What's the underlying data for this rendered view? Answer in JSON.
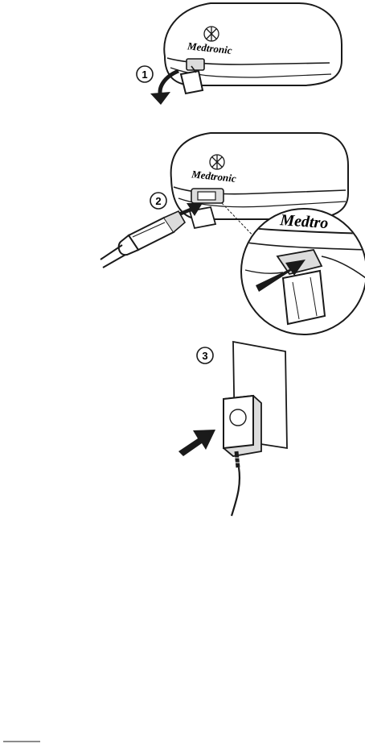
{
  "brand": {
    "logo_text": "Medtronic",
    "logo_text_partial": "Medtro"
  },
  "steps": [
    {
      "number": "1"
    },
    {
      "number": "2"
    },
    {
      "number": "3"
    }
  ],
  "colors": {
    "line": "#1a1a1a",
    "fill_light": "#ffffff",
    "fill_shade": "#dcdcdc"
  }
}
